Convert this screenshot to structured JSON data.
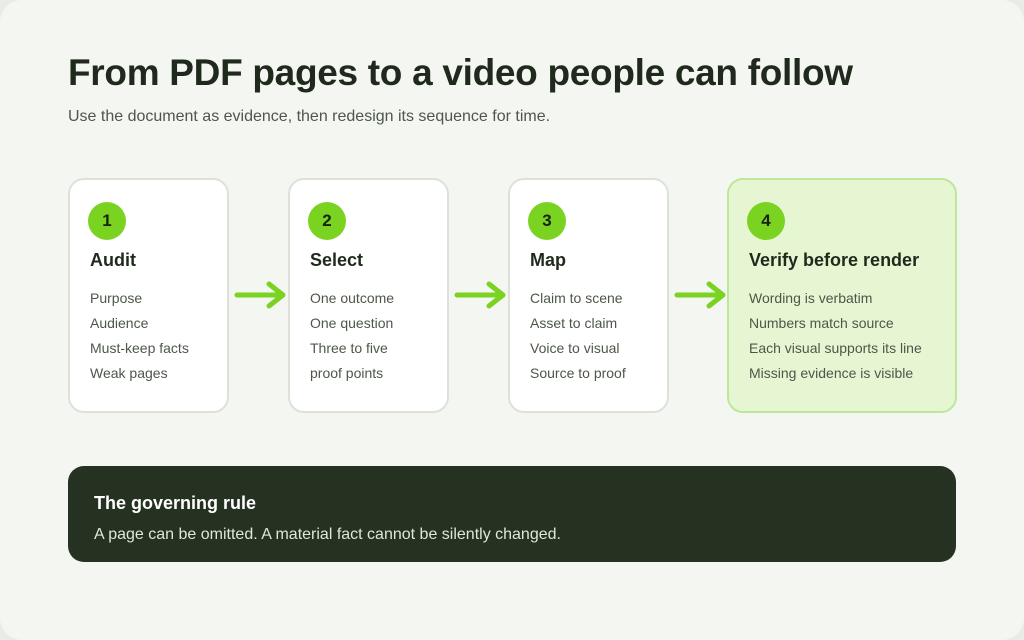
{
  "header": {
    "title": "From PDF pages to a video people can follow",
    "subtitle": "Use the document as evidence, then redesign its sequence for time."
  },
  "steps": [
    {
      "number": "1",
      "title": "Audit",
      "items": [
        "Purpose",
        "Audience",
        "Must-keep facts",
        "Weak pages"
      ]
    },
    {
      "number": "2",
      "title": "Select",
      "items": [
        "One outcome",
        "One question",
        "Three to five",
        "proof points"
      ]
    },
    {
      "number": "3",
      "title": "Map",
      "items": [
        "Claim to scene",
        "Asset to claim",
        "Voice to visual",
        "Source to proof"
      ]
    },
    {
      "number": "4",
      "title": "Verify before render",
      "items": [
        "Wording is verbatim",
        "Numbers match source",
        "Each visual supports its line",
        "Missing evidence is visible"
      ]
    }
  ],
  "rule": {
    "title": "The governing rule",
    "text": "A page can be omitted. A material fact cannot be silently changed."
  },
  "colors": {
    "accent": "#7bd321",
    "active_card": "#e7f6d2",
    "rule_panel": "#253222"
  },
  "icons": {
    "connector": "arrow-right-icon"
  }
}
